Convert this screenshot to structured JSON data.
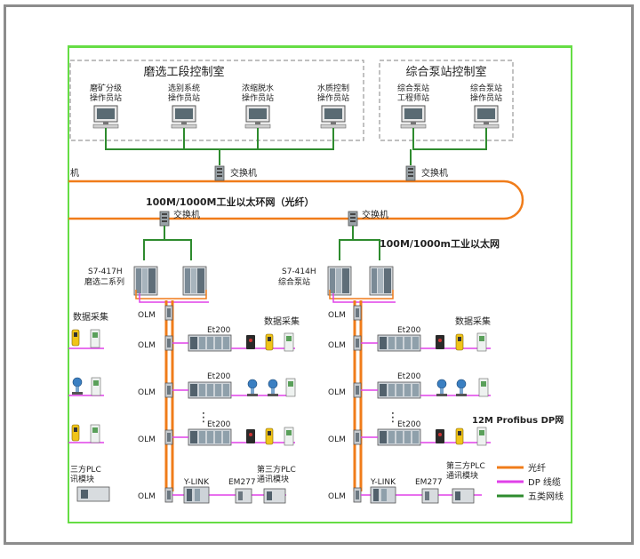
{
  "rooms": {
    "left_title": "磨选工段控制室",
    "right_title": "综合泵站控制室"
  },
  "stations": [
    {
      "line1": "磨矿分级",
      "line2": "操作员站"
    },
    {
      "line1": "选别系统",
      "line2": "操作员站"
    },
    {
      "line1": "浓缩脱水",
      "line2": "操作员站"
    },
    {
      "line1": "水质控制",
      "line2": "操作员站"
    },
    {
      "line1": "综合泵站",
      "line2": "工程师站"
    },
    {
      "line1": "综合泵站",
      "line2": "操作员站"
    }
  ],
  "switch_label": "交换机",
  "partial_label": "机",
  "ring_label": "100M/1000M工业以太环网（光纤）",
  "ethernet_label": "100M/1000m工业以太网",
  "profibus_label": "12M  Profibus DP网",
  "plc_left": {
    "model": "S7-417H",
    "name": "磨选二系列"
  },
  "plc_right": {
    "model": "S7-414H",
    "name": "综合泵站"
  },
  "olm": "OLM",
  "et200": "Et200",
  "data_acq": "数据采集",
  "ylink": "Y-LINK",
  "em277": "EM277",
  "third_plc": {
    "line1": "第三方PLC",
    "line2": "通讯模块"
  },
  "third_plc_partial": {
    "line1": "三方PLC",
    "line2": "讯模块"
  },
  "ellipsis": "⋮",
  "legend": [
    {
      "label": "光纤",
      "color": "#f07c1a"
    },
    {
      "label": "DP 线缆",
      "color": "#e040e8"
    },
    {
      "label": "五类网线",
      "color": "#2e8b2e"
    }
  ],
  "colors": {
    "fiber": "#f07c1a",
    "dp": "#e040e8",
    "cat5": "#2e8b2e",
    "frame": "#8c8c8c",
    "green_border": "#66dd44"
  }
}
